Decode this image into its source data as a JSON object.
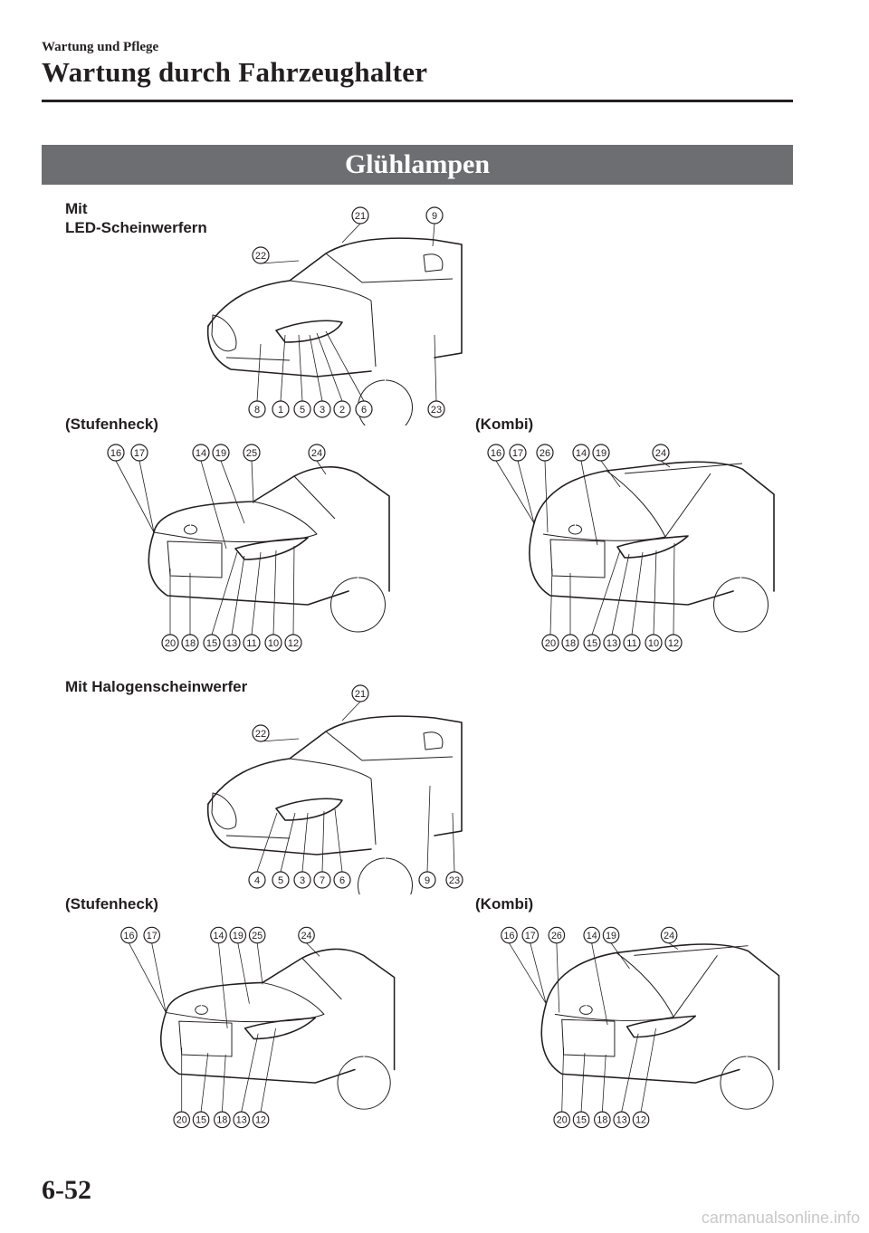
{
  "header": {
    "section": "Wartung und Pflege",
    "title": "Wartung durch Fahrzeughalter"
  },
  "section_title": "Glühlampen",
  "figures": {
    "led_front": {
      "label_line1": "Mit",
      "label_line2": "LED-Scheinwerfern",
      "callouts": [
        "21",
        "9",
        "22",
        "8",
        "1",
        "5",
        "3",
        "2",
        "6",
        "23"
      ]
    },
    "led_sedan": {
      "label": "(Stufenheck)",
      "callouts": [
        "16",
        "17",
        "14",
        "19",
        "25",
        "24",
        "20",
        "18",
        "15",
        "13",
        "11",
        "10",
        "12"
      ]
    },
    "led_wagon": {
      "label": "(Kombi)",
      "callouts": [
        "16",
        "17",
        "26",
        "14",
        "19",
        "24",
        "20",
        "18",
        "15",
        "13",
        "11",
        "10",
        "12"
      ]
    },
    "halogen_front": {
      "label": "Mit Halogenscheinwerfer",
      "callouts": [
        "21",
        "22",
        "4",
        "5",
        "3",
        "7",
        "6",
        "9",
        "23"
      ]
    },
    "halogen_sedan": {
      "label": "(Stufenheck)",
      "callouts": [
        "16",
        "17",
        "14",
        "19",
        "25",
        "24",
        "20",
        "15",
        "18",
        "13",
        "12"
      ]
    },
    "halogen_wagon": {
      "label": "(Kombi)",
      "callouts": [
        "16",
        "17",
        "26",
        "14",
        "19",
        "24",
        "20",
        "15",
        "18",
        "13",
        "12"
      ]
    }
  },
  "footer": {
    "page_number": "6-52",
    "watermark": "carmanualsonline.info"
  }
}
